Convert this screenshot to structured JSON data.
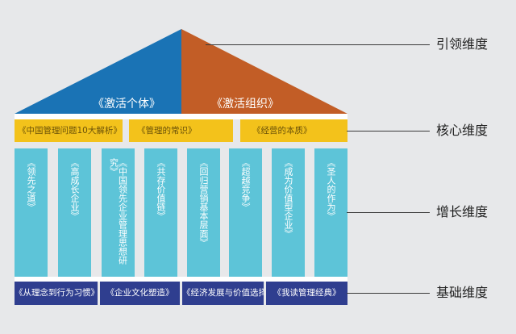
{
  "colors": {
    "background": "#e7e8ea",
    "roof_left": "#1a73b5",
    "roof_right": "#c25d26",
    "core": "#f3c21b",
    "pillar": "#5dc4d8",
    "base": "#2f3e8f"
  },
  "roof": {
    "left_label": "《激活个体》",
    "right_label": "《激活组织》"
  },
  "core": [
    "《中国管理问题10大解析》",
    "《管理的常识》",
    "《经营的本质》"
  ],
  "pillars": [
    "《领先之道》",
    "《高成长企业》",
    "《中国领先企业管理思想研究》",
    "《共存价值链》",
    "《回归营销基本层面》",
    "《超越竞争》",
    "《成为价值型企业》",
    "《圣人的作为》"
  ],
  "base": [
    "《从理念到行为习惯》",
    "《企业文化塑造》",
    "《经济发展与价值选择》",
    "《我读管理经典》"
  ],
  "dimensions": [
    "引领维度",
    "核心维度",
    "增长维度",
    "基础维度"
  ]
}
